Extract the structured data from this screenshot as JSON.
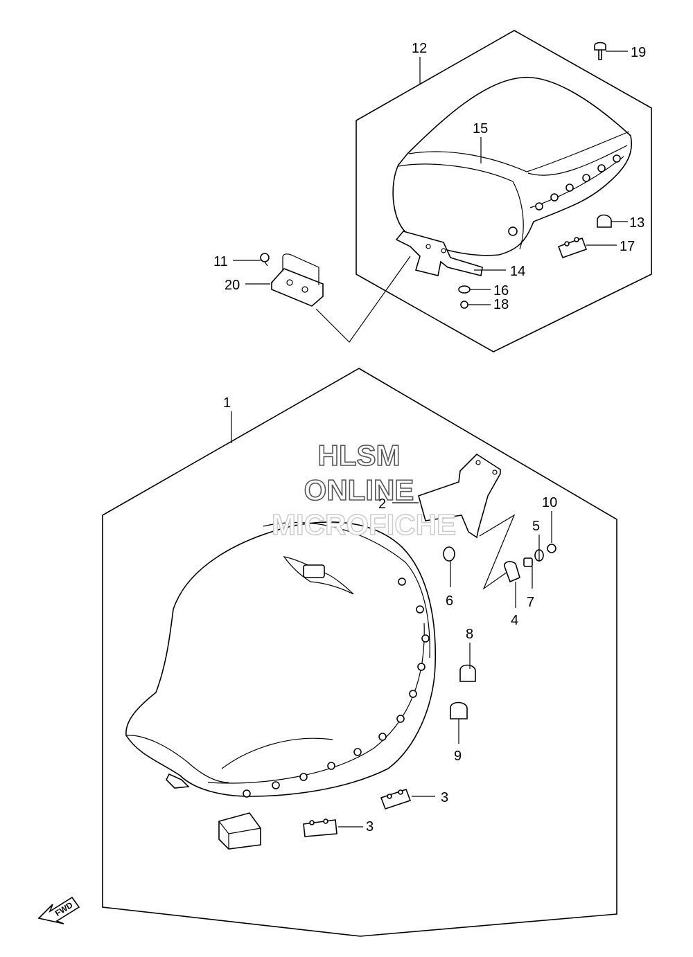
{
  "watermark": {
    "line1": "HLSM",
    "line2": "ONLINE",
    "line3": "MICROFICHE"
  },
  "fwd_arrow": {
    "label": "FWD"
  },
  "callouts": [
    {
      "id": "c1",
      "label": "1"
    },
    {
      "id": "c2",
      "label": "2"
    },
    {
      "id": "c3a",
      "label": "3"
    },
    {
      "id": "c3b",
      "label": "3"
    },
    {
      "id": "c4",
      "label": "4"
    },
    {
      "id": "c5",
      "label": "5"
    },
    {
      "id": "c6",
      "label": "6"
    },
    {
      "id": "c7",
      "label": "7"
    },
    {
      "id": "c8",
      "label": "8"
    },
    {
      "id": "c9",
      "label": "9"
    },
    {
      "id": "c10",
      "label": "10"
    },
    {
      "id": "c11",
      "label": "11"
    },
    {
      "id": "c12",
      "label": "12"
    },
    {
      "id": "c13",
      "label": "13"
    },
    {
      "id": "c14",
      "label": "14"
    },
    {
      "id": "c15",
      "label": "15"
    },
    {
      "id": "c16",
      "label": "16"
    },
    {
      "id": "c17",
      "label": "17"
    },
    {
      "id": "c18",
      "label": "18"
    },
    {
      "id": "c19",
      "label": "19"
    },
    {
      "id": "c20",
      "label": "20"
    }
  ]
}
